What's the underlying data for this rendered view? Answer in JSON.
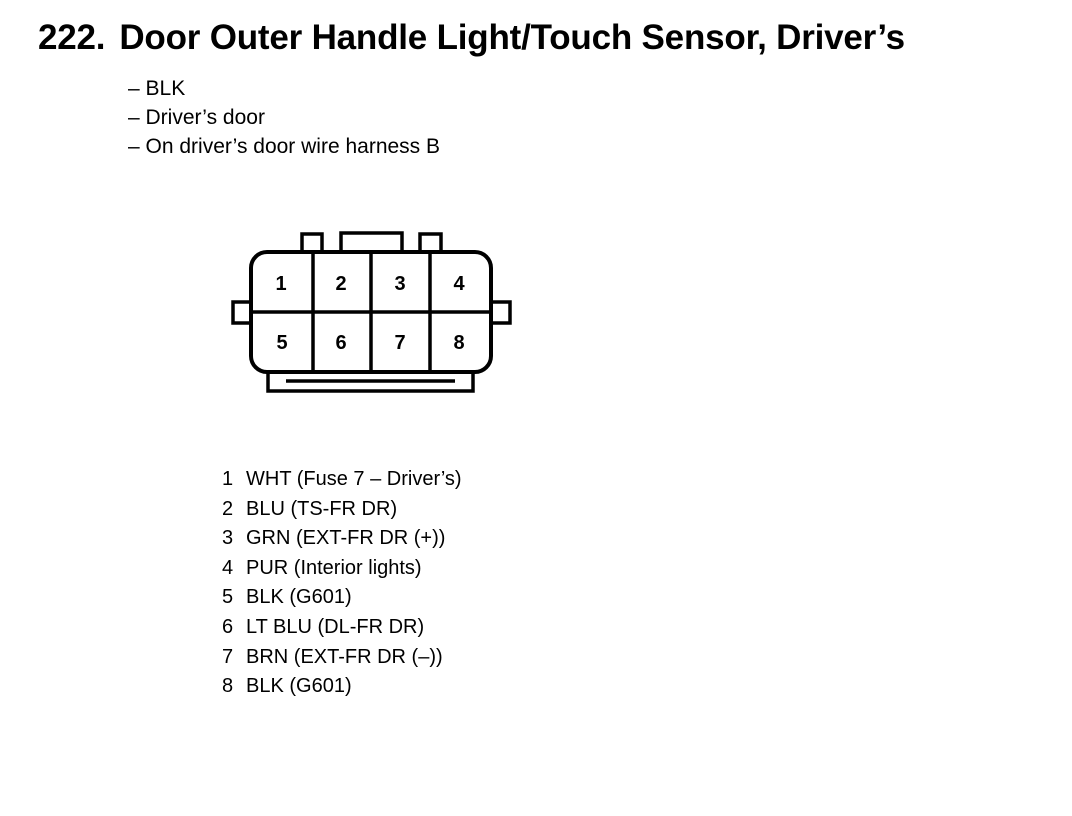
{
  "title": {
    "number": "222.",
    "text": "Door Outer Handle Light/Touch Sensor, Driver’s"
  },
  "notes": [
    "– BLK",
    "– Driver’s door",
    "– On driver’s door wire harness B"
  ],
  "connector": {
    "terminal_labels": [
      "1",
      "2",
      "3",
      "4",
      "5",
      "6",
      "7",
      "8"
    ]
  },
  "pins": [
    {
      "num": "1",
      "desc": "WHT (Fuse 7 – Driver’s)"
    },
    {
      "num": "2",
      "desc": "BLU (TS-FR DR)"
    },
    {
      "num": "3",
      "desc": "GRN (EXT-FR DR (+))"
    },
    {
      "num": "4",
      "desc": "PUR (Interior lights)"
    },
    {
      "num": "5",
      "desc": "BLK (G601)"
    },
    {
      "num": "6",
      "desc": "LT BLU (DL-FR DR)"
    },
    {
      "num": "7",
      "desc": "BRN (EXT-FR DR (–))"
    },
    {
      "num": "8",
      "desc": "BLK (G601)"
    }
  ]
}
